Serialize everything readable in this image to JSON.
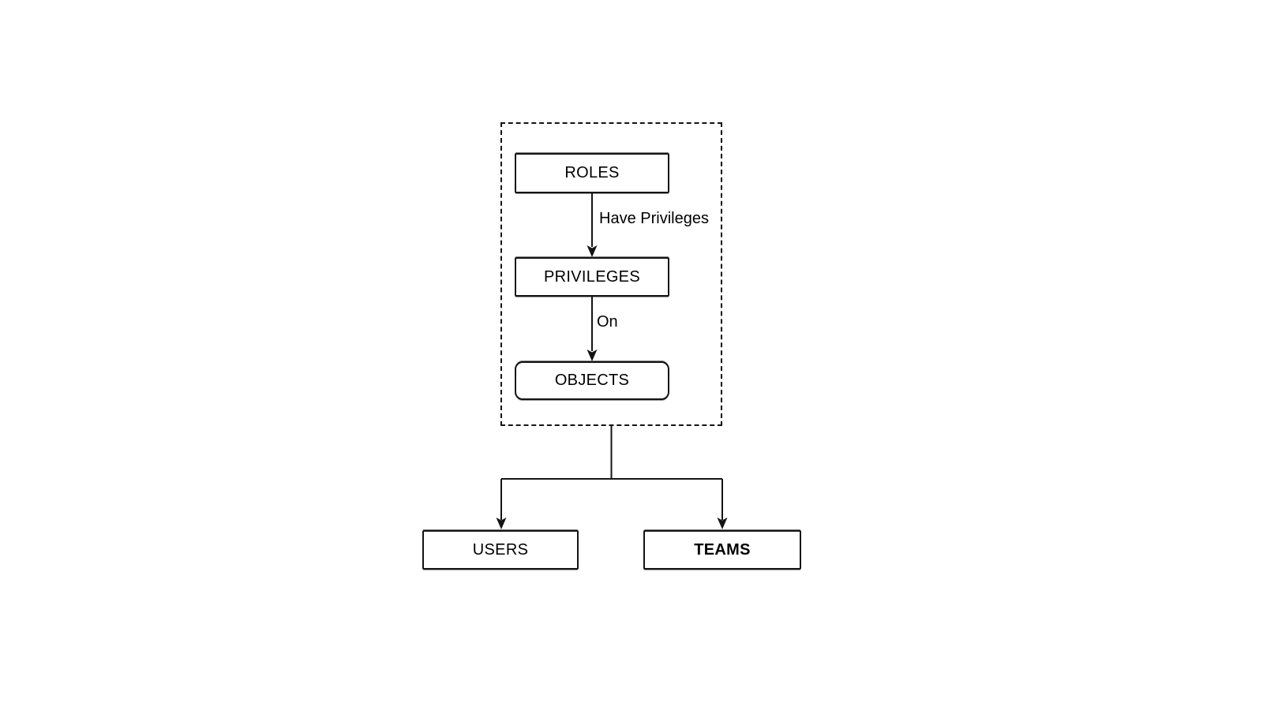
{
  "page": {
    "background_color": "#ffffff"
  },
  "diagram": {
    "type": "flowchart",
    "style": "hand-drawn-sketch",
    "stroke_color": "#141414",
    "text_color": "#000000",
    "nodes": [
      {
        "id": "roles",
        "label": "ROLES",
        "shape": "rectangle",
        "in_dashed_group": true
      },
      {
        "id": "privileges",
        "label": "PRIVILEGES",
        "shape": "rectangle",
        "in_dashed_group": true
      },
      {
        "id": "objects",
        "label": "OBJECTS",
        "shape": "rounded-rectangle",
        "in_dashed_group": true
      },
      {
        "id": "users",
        "label": "USERS",
        "shape": "rectangle",
        "in_dashed_group": false
      },
      {
        "id": "teams",
        "label": "TEAMS",
        "shape": "rectangle",
        "in_dashed_group": false,
        "bold": true
      }
    ],
    "edges": [
      {
        "from": "ROLES",
        "to": "PRIVILEGES",
        "label": "Have Privileges",
        "arrow": "filled"
      },
      {
        "from": "PRIVILEGES",
        "to": "OBJECTS",
        "label": "On",
        "arrow": "filled"
      },
      {
        "from": "dashed-group",
        "to": "USERS",
        "label": "",
        "arrow": "filled"
      },
      {
        "from": "dashed-group",
        "to": "TEAMS",
        "label": "",
        "arrow": "filled"
      }
    ],
    "group": {
      "id": "dashed-group",
      "border_style": "dashed",
      "contains": [
        "ROLES",
        "PRIVILEGES",
        "OBJECTS"
      ]
    }
  }
}
